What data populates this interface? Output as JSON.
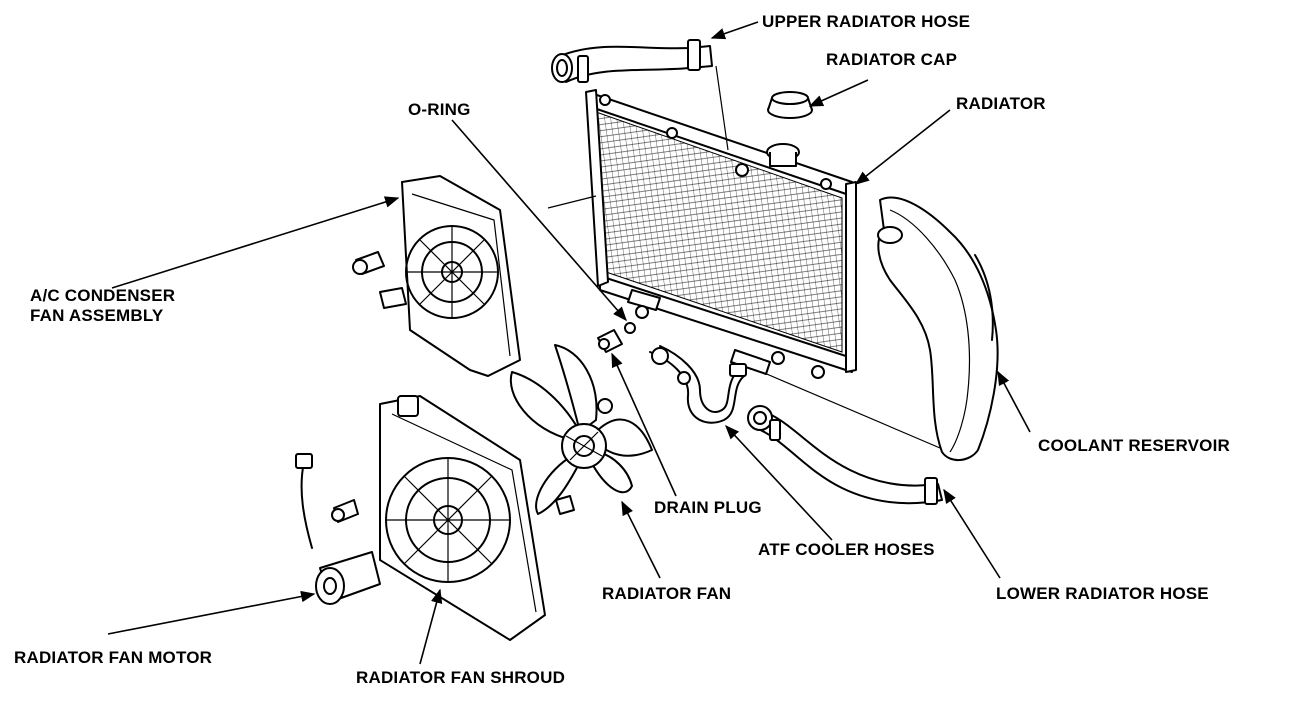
{
  "labels": {
    "upper_radiator_hose": "UPPER RADIATOR HOSE",
    "radiator_cap": "RADIATOR CAP",
    "radiator": "RADIATOR",
    "o_ring": "O-RING",
    "ac_condenser_line1": "A/C CONDENSER",
    "ac_condenser_line2": "FAN ASSEMBLY",
    "coolant_reservoir": "COOLANT RESERVOIR",
    "drain_plug": "DRAIN PLUG",
    "atf_cooler_hoses": "ATF COOLER HOSES",
    "lower_radiator_hose": "LOWER RADIATOR HOSE",
    "radiator_fan": "RADIATOR FAN",
    "radiator_fan_motor": "RADIATOR FAN MOTOR",
    "radiator_fan_shroud": "RADIATOR FAN SHROUD"
  },
  "colors": {
    "ink": "#000000",
    "paper": "#ffffff"
  }
}
